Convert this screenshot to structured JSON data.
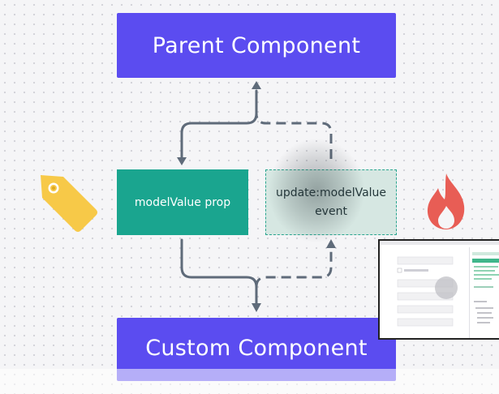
{
  "diagram": {
    "parent_label": "Parent Component",
    "custom_label": "Custom Component",
    "prop_label": "modelValue prop",
    "event_line1": "update:modelValue",
    "event_line2": "event"
  },
  "icons": {
    "left": "price-tag-icon",
    "right": "flame-icon"
  },
  "colors": {
    "component": "#5b4cf0",
    "prop": "#1aa58f",
    "event_border": "#2aa58f",
    "arrow": "#5f6b7a",
    "tag": "#f7c948",
    "flame": "#e85d55"
  }
}
